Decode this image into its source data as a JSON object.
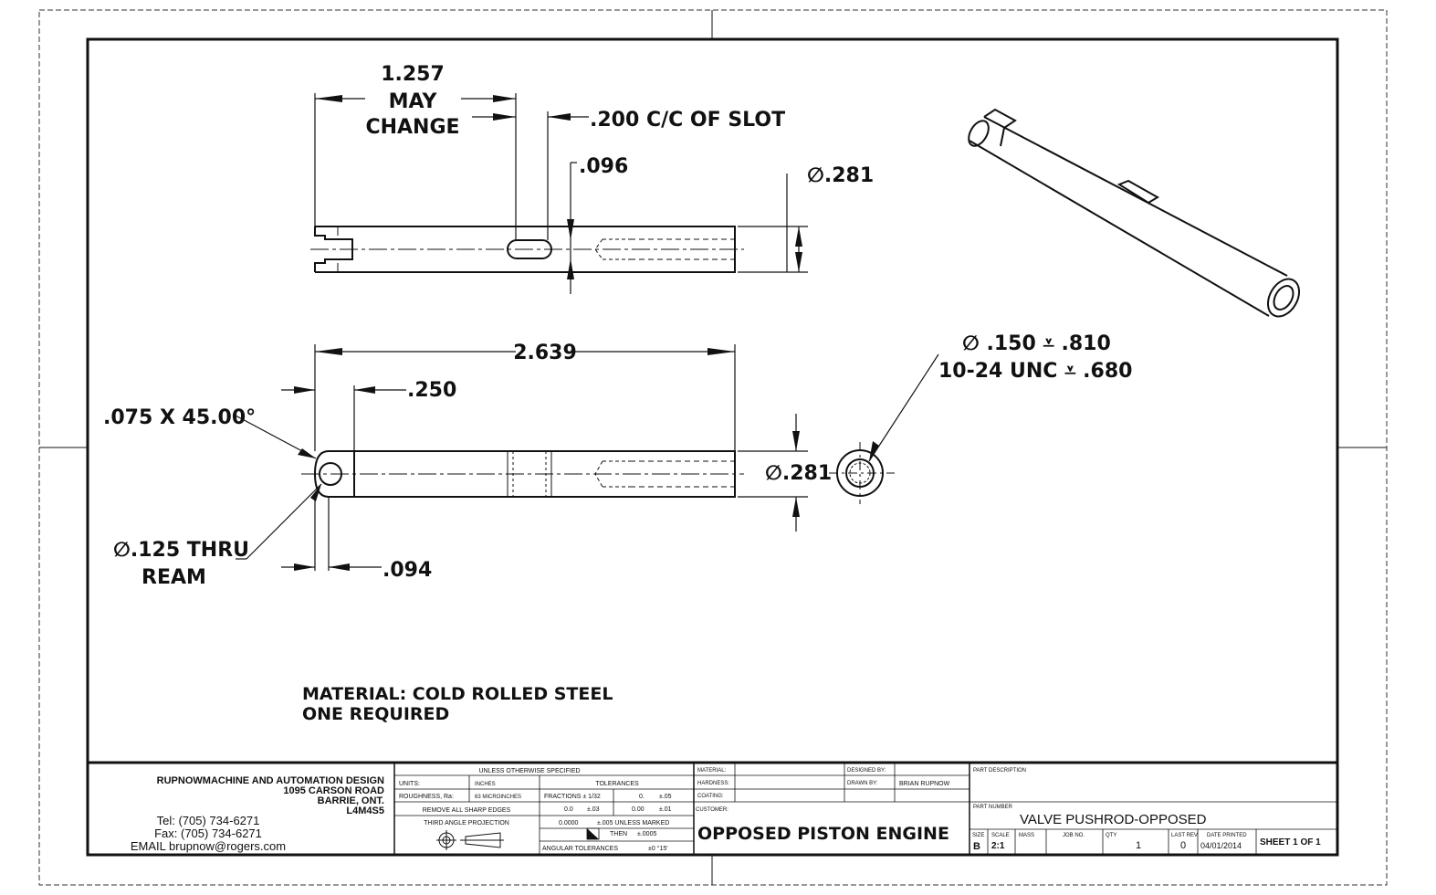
{
  "views": {
    "top": {
      "dim_1257": "1.257",
      "may": "MAY",
      "change": "CHANGE",
      "slot_cc": ".200 C/C OF SLOT",
      "slot_w": ".096",
      "dia_top": "∅.281"
    },
    "front": {
      "length": "2.639",
      "offset_250": ".250",
      "chamfer": ".075 X 45.00°",
      "hole": "∅.125 THRU",
      "ream": "REAM",
      "offset_094": ".094",
      "dia_front": "∅.281"
    },
    "end": {
      "callout_1": "∅ .150 ⩡ .810",
      "callout_2": "10-24 UNC ⩡ .680"
    }
  },
  "notes": {
    "material": "MATERIAL: COLD ROLLED STEEL",
    "qty": "ONE REQUIRED"
  },
  "title_block": {
    "company": {
      "name": "RUPNOWMACHINE AND AUTOMATION DESIGN",
      "street": "1095 CARSON ROAD",
      "city": "BARRIE, ONT.",
      "postal": "L4M4S5",
      "tel": "Tel: (705) 734-6271",
      "fax": "Fax: (705) 734-6271",
      "email": "EMAIL brupnow@rogers.com"
    },
    "spec": {
      "header": "UNLESS OTHERWISE SPECIFIED",
      "units_label": "UNITS:",
      "units_value": "INCHES",
      "roughness_label": "ROUGHNESS, Ra:",
      "roughness_value": "63 MICROINCHES",
      "edges": "REMOVE ALL SHARP EDGES",
      "projection": "THIRD ANGLE PROJECTION",
      "tolerances": "TOLERANCES",
      "fractions": "FRACTIONS ± 1/32",
      "tol_0": "0.",
      "tol_0_v": "±.05",
      "tol_00": "0.0",
      "tol_00_v": "±.03",
      "tol_000": "0.00",
      "tol_000_v": "±.01",
      "tol_0000": "0.0000",
      "tol_0000_v": "±.005 UNLESS MARKED",
      "then": "THEN",
      "then_v": "±.0005",
      "angular": "ANGULAR TOLERANCES",
      "angular_v": "±0 °15'"
    },
    "info": {
      "material": "MATERIAL:",
      "hardness": "HARDNESS:",
      "coating": "COATING:",
      "designed_by": "DESIGNED BY:",
      "drawn_by": "DRAWN BY:",
      "drawn_by_value": "BRIAN RUPNOW",
      "customer": "CUSTOMER:",
      "customer_value": "OPPOSED PISTON ENGINE"
    },
    "part": {
      "description_label": "PART DESCRIPTION",
      "number_label": "PART NUMBER",
      "number_value": "VALVE PUSHROD-OPPOSED",
      "size_label": "SIZE",
      "size_value": "B",
      "scale_label": "SCALE",
      "scale_value": "2:1",
      "mass_label": "MASS",
      "job_label": "JOB NO.",
      "qty_label": "QTY",
      "qty_value": "1",
      "rev_label": "LAST REV",
      "rev_value": "0",
      "date_label": "DATE PRINTED",
      "date_value": "04/01/2014",
      "sheet": "SHEET 1 OF 1"
    }
  }
}
